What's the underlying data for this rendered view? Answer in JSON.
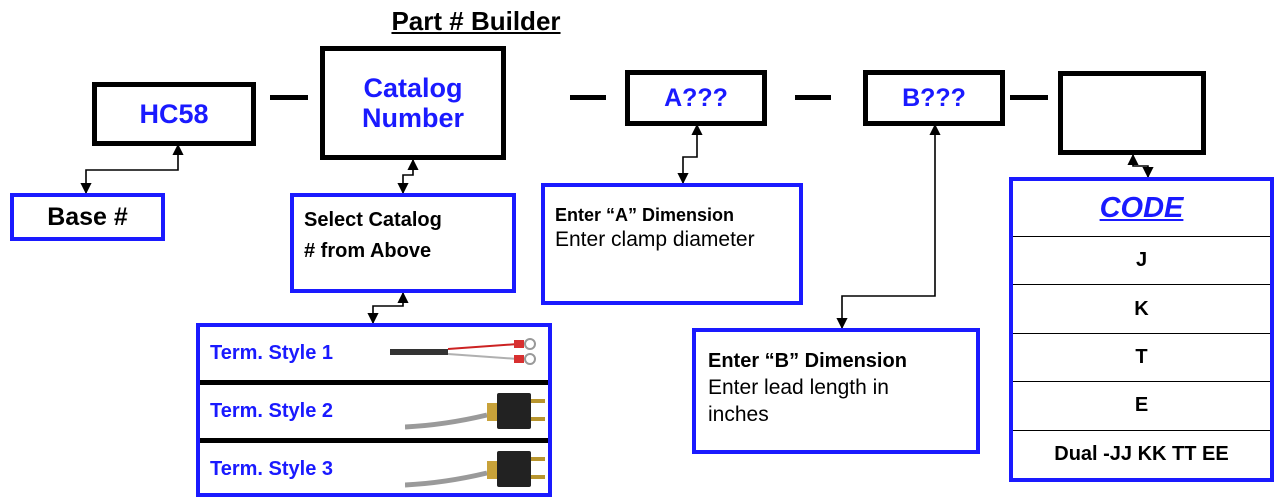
{
  "title": "Part # Builder",
  "boxes": {
    "base": "HC58",
    "catalog_line1": "Catalog",
    "catalog_line2": "Number",
    "a": "A???",
    "b": "B???",
    "code": ""
  },
  "base_label": "Base #",
  "select_catalog": {
    "line1": "Select Catalog",
    "line2": "# from Above"
  },
  "term_styles": [
    {
      "label": "Term. Style 1"
    },
    {
      "label": "Term. Style 2"
    },
    {
      "label": "Term. Style 3"
    }
  ],
  "a_dimension": {
    "heading": "Enter “A” Dimension",
    "text": "Enter clamp diameter"
  },
  "b_dimension": {
    "heading": "Enter “B” Dimension",
    "text_line1": "Enter lead length in",
    "text_line2": "inches"
  },
  "code_table": {
    "header": "CODE",
    "rows": [
      "J",
      "K",
      "T",
      "E",
      "Dual -JJ KK TT EE"
    ]
  },
  "colors": {
    "blue": "#1a1aff",
    "black": "#000000"
  }
}
